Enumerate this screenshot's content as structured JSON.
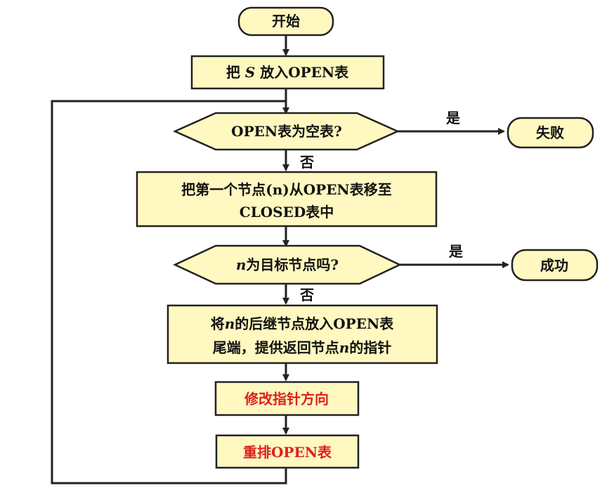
{
  "nodes": {
    "start": "开始",
    "put_s_open": [
      "把 ",
      "S",
      " 放入OPEN表"
    ],
    "open_empty": "OPEN表为空表?",
    "fail": "失败",
    "move_to_closed": {
      "line1": "把第一个节点(n)从OPEN表移至",
      "line2": "CLOSED表中"
    },
    "is_goal": [
      "n",
      "为目标节点吗?"
    ],
    "success": "成功",
    "expand": {
      "line1": [
        "将",
        "n",
        "的后继节点放入OPEN表"
      ],
      "line2": [
        "尾端，提供返回节点",
        "n",
        "的指针"
      ]
    },
    "modify_pointer": "修改指针方向",
    "reorder_open": "重排OPEN表"
  },
  "edges": {
    "yes_1": "是",
    "no_1": "否",
    "yes_2": "是",
    "no_2": "否"
  },
  "colors": {
    "box_fill": "#fff8c0",
    "stroke": "#222222",
    "highlight_text": "#e0201c"
  }
}
